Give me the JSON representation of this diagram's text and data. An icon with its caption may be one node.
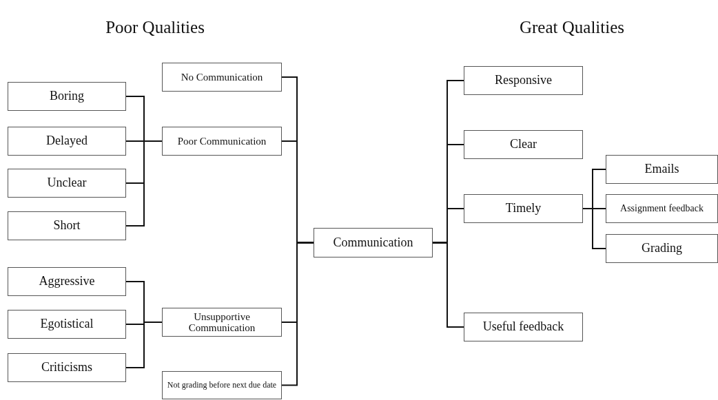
{
  "diagram": {
    "nodes": [
      {
        "text": [
          "No Communication"
        ]
      },
      {
        "text": [
          "Poor Communication"
        ]
      },
      {
        "text": [
          "Unsupportive Communication"
        ]
      },
      {
        "text": [
          "Not grading before next due date"
        ]
      },
      {
        "text": [
          "Boring"
        ]
      },
      {
        "text": [
          "Delayed"
        ]
      },
      {
        "text": [
          "Unclear"
        ]
      },
      {
        "text": [
          "Short"
        ]
      },
      {
        "text": [
          "Aggressive"
        ]
      },
      {
        "text": [
          "Egotistical"
        ]
      },
      {
        "text": [
          "Criticisms"
        ]
      },
      {
        "text": [
          "Communication"
        ]
      },
      {
        "text": [
          "Responsive"
        ]
      },
      {
        "text": [
          "Clear"
        ]
      },
      {
        "text": [
          "Timely"
        ]
      },
      {
        "text": [
          "Useful feedback"
        ]
      },
      {
        "text": [
          "Emails"
        ]
      },
      {
        "text": [
          "Assignment feedback"
        ]
      },
      {
        "text": [
          "Grading"
        ]
      }
    ],
    "edges": [
      {
        "from": 11,
        "to": 0,
        "arrow": "none"
      },
      {
        "from": 11,
        "to": 1,
        "arrow": "none"
      },
      {
        "from": 11,
        "to": 2,
        "arrow": "none"
      },
      {
        "from": 11,
        "to": 3,
        "arrow": "none"
      },
      {
        "from": 1,
        "to": 4,
        "arrow": "none"
      },
      {
        "from": 1,
        "to": 5,
        "arrow": "none"
      },
      {
        "from": 1,
        "to": 6,
        "arrow": "none"
      },
      {
        "from": 1,
        "to": 7,
        "arrow": "none"
      },
      {
        "from": 2,
        "to": 8,
        "arrow": "none"
      },
      {
        "from": 2,
        "to": 9,
        "arrow": "none"
      },
      {
        "from": 2,
        "to": 10,
        "arrow": "none"
      },
      {
        "from": 11,
        "to": 12,
        "arrow": "none"
      },
      {
        "from": 11,
        "to": 13,
        "arrow": "none"
      },
      {
        "from": 11,
        "to": 14,
        "arrow": "none"
      },
      {
        "from": 11,
        "to": 15,
        "arrow": "none"
      },
      {
        "from": 14,
        "to": 16,
        "arrow": "none"
      },
      {
        "from": 14,
        "to": 17,
        "arrow": "none"
      },
      {
        "from": 14,
        "to": 18,
        "arrow": "none"
      }
    ],
    "labels": [
      "Poor Qualities",
      "Great Qualities"
    ]
  }
}
